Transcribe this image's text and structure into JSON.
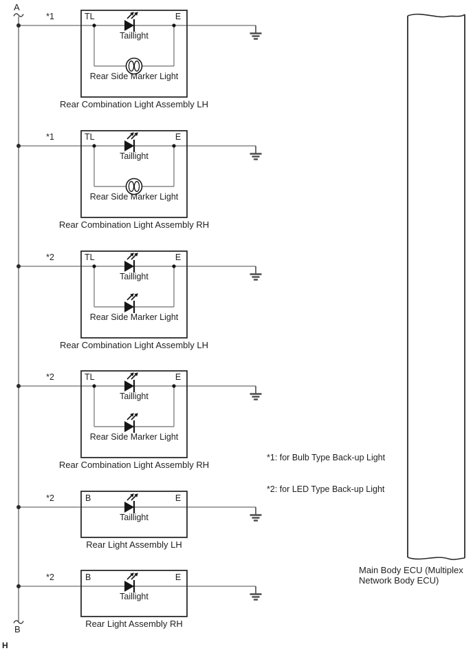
{
  "bus": {
    "top_label": "A",
    "bottom_label": "B"
  },
  "grid_ref": "H",
  "assemblies": [
    {
      "note_ref": "*1",
      "left_terminal": "TL",
      "right_terminal": "E",
      "taillight_label": "Taillight",
      "taillight_type": "led",
      "marker_label": "Rear Side Marker Light",
      "marker_type": "bulb",
      "caption": "Rear Combination Light Assembly LH",
      "ground": true
    },
    {
      "note_ref": "*1",
      "left_terminal": "TL",
      "right_terminal": "E",
      "taillight_label": "Taillight",
      "taillight_type": "led",
      "marker_label": "Rear Side Marker Light",
      "marker_type": "bulb",
      "caption": "Rear Combination Light Assembly RH",
      "ground": true
    },
    {
      "note_ref": "*2",
      "left_terminal": "TL",
      "right_terminal": "E",
      "taillight_label": "Taillight",
      "taillight_type": "led",
      "marker_label": "Rear Side Marker Light",
      "marker_type": "led",
      "caption": "Rear Combination Light Assembly LH",
      "ground": true
    },
    {
      "note_ref": "*2",
      "left_terminal": "TL",
      "right_terminal": "E",
      "taillight_label": "Taillight",
      "taillight_type": "led",
      "marker_label": "Rear Side Marker Light",
      "marker_type": "led",
      "caption": "Rear Combination Light Assembly RH",
      "ground": true
    },
    {
      "note_ref": "*2",
      "left_terminal": "B",
      "right_terminal": "E",
      "taillight_label": "Taillight",
      "taillight_type": "led",
      "caption": "Rear Light Assembly LH",
      "ground": true
    },
    {
      "note_ref": "*2",
      "left_terminal": "B",
      "right_terminal": "E",
      "taillight_label": "Taillight",
      "taillight_type": "led",
      "caption": "Rear Light Assembly RH",
      "ground": true
    }
  ],
  "notes": {
    "n1": "*1: for Bulb Type Back-up Light",
    "n2": "*2: for LED Type Back-up Light"
  },
  "ecu": {
    "line1": "Main Body ECU (Multiplex",
    "line2": "Network Body ECU)"
  },
  "colors": {
    "wire": "#6e6e6e",
    "outline": "#2a2a2a",
    "symbol": "#161616",
    "text": "#1f1f1f",
    "background": "#ffffff"
  }
}
